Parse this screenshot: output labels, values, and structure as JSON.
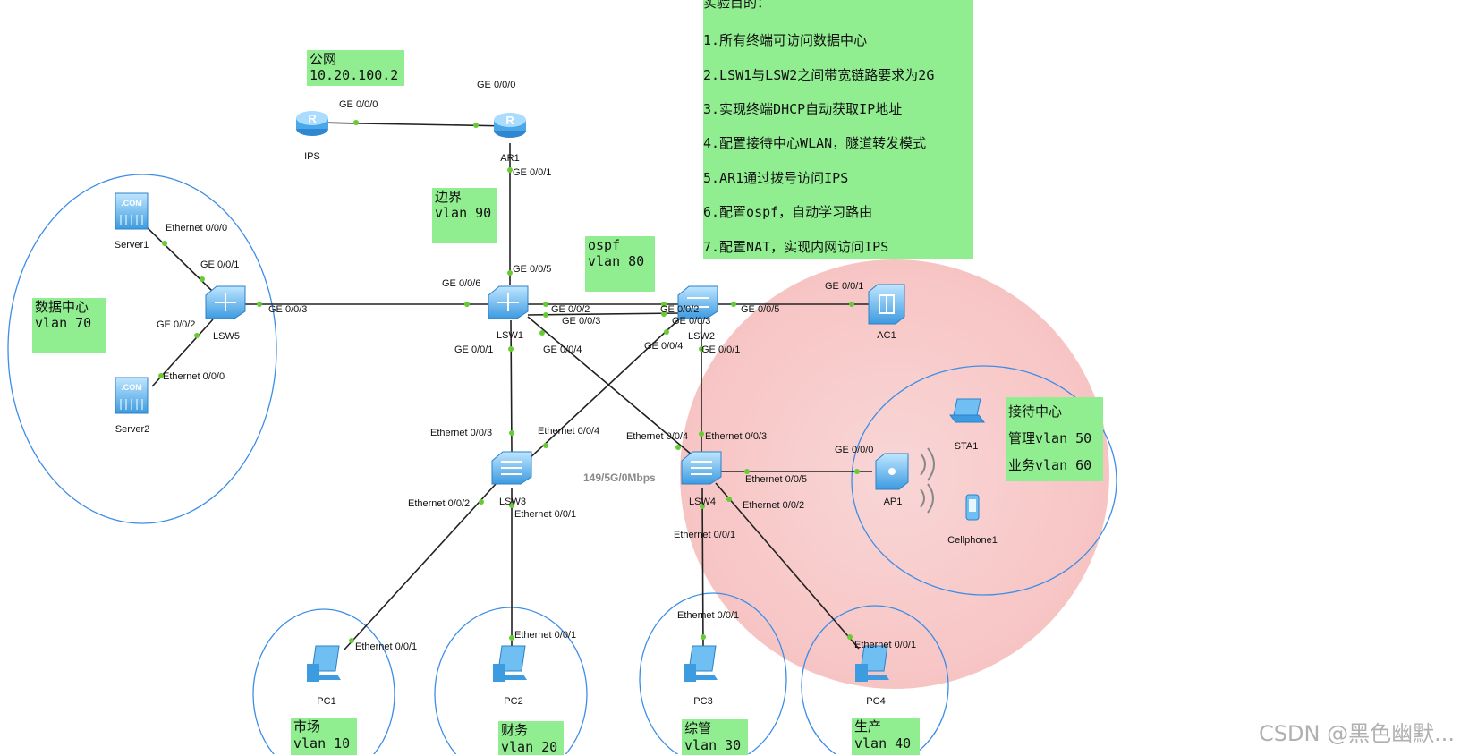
{
  "colors": {
    "note_bg": "#90ee90",
    "circle_stroke": "#3c8de8",
    "reception_fill": "#f4b8b8",
    "link": "#222222",
    "port_dot": "#66cc33",
    "device_blue": "#4aa8e8"
  },
  "objectives": {
    "title": "实验目的：",
    "items": [
      "1.所有终端可访问数据中心",
      "2.LSW1与LSW2之间带宽链路要求为2G",
      "3.实现终端DHCP自动获取IP地址",
      "4.配置接待中心WLAN，隧道转发模式",
      "5.AR1通过拨号访问IPS",
      "6.配置ospf，自动学习路由",
      "7.配置NAT，实现内网访问IPS"
    ]
  },
  "notes": {
    "public_net": [
      "公网",
      "10.20.100.2"
    ],
    "border": [
      "边界",
      "",
      "vlan 90"
    ],
    "ospf": [
      "ospf",
      "",
      "vlan 80"
    ],
    "datacenter": [
      "数据中心",
      "",
      "vlan 70"
    ],
    "reception": [
      "接待中心",
      "管理vlan 50",
      "业务vlan 60"
    ],
    "market": [
      "市场",
      "vlan 10"
    ],
    "finance": [
      "财务",
      "vlan 20"
    ],
    "admin": [
      "综管",
      "vlan 30"
    ],
    "production": [
      "生产",
      "vlan 40"
    ]
  },
  "devices": {
    "ips": "IPS",
    "ar1": "AR1",
    "lsw1": "LSW1",
    "lsw2": "LSW2",
    "lsw3": "LSW3",
    "lsw4": "LSW4",
    "lsw5": "LSW5",
    "ac1": "AC1",
    "ap1": "AP1",
    "sta1": "STA1",
    "cellphone1": "Cellphone1",
    "server1": "Server1",
    "server2": "Server2",
    "pc1": "PC1",
    "pc2": "PC2",
    "pc3": "PC3",
    "pc4": "PC4"
  },
  "ports": {
    "ips_ge000": "GE 0/0/0",
    "ar1_ge000": "GE 0/0/0",
    "ar1_ge001": "GE 0/0/1",
    "lsw1_ge005": "GE 0/0/5",
    "lsw1_ge006": "GE 0/0/6",
    "lsw1_ge002": "GE 0/0/2",
    "lsw1_ge003": "GE 0/0/3",
    "lsw1_ge001": "GE 0/0/1",
    "lsw1_ge004": "GE 0/0/4",
    "lsw2_ge002": "GE 0/0/2",
    "lsw2_ge003": "GE 0/0/3",
    "lsw2_ge005": "GE 0/0/5",
    "lsw2_ge004": "GE 0/0/4",
    "lsw2_ge001": "GE 0/0/1",
    "ac1_ge001": "GE 0/0/1",
    "lsw5_ge003": "GE 0/0/3",
    "lsw5_ge001": "GE 0/0/1",
    "lsw5_ge002": "GE 0/0/2",
    "server1_eth000": "Ethernet 0/0/0",
    "server2_eth000": "Ethernet 0/0/0",
    "lsw3_eth003": "Ethernet 0/0/3",
    "lsw3_eth004": "Ethernet 0/0/4",
    "lsw3_eth002": "Ethernet 0/0/2",
    "lsw3_eth001": "Ethernet 0/0/1",
    "lsw4_eth004": "Ethernet 0/0/4",
    "lsw4_eth003": "Ethernet 0/0/3",
    "lsw4_eth005": "Ethernet 0/0/5",
    "lsw4_eth002": "Ethernet 0/0/2",
    "lsw4_eth001": "Ethernet 0/0/1",
    "ap1_ge000": "GE 0/0/0",
    "pc1_eth001": "Ethernet 0/0/1",
    "pc2_eth001": "Ethernet 0/0/1",
    "pc3_eth001": "Ethernet 0/0/1",
    "pc4_eth001": "Ethernet 0/0/1"
  },
  "bandwidth": "149/5G/0Mbps",
  "watermark": "CSDN @黑色幽默..."
}
